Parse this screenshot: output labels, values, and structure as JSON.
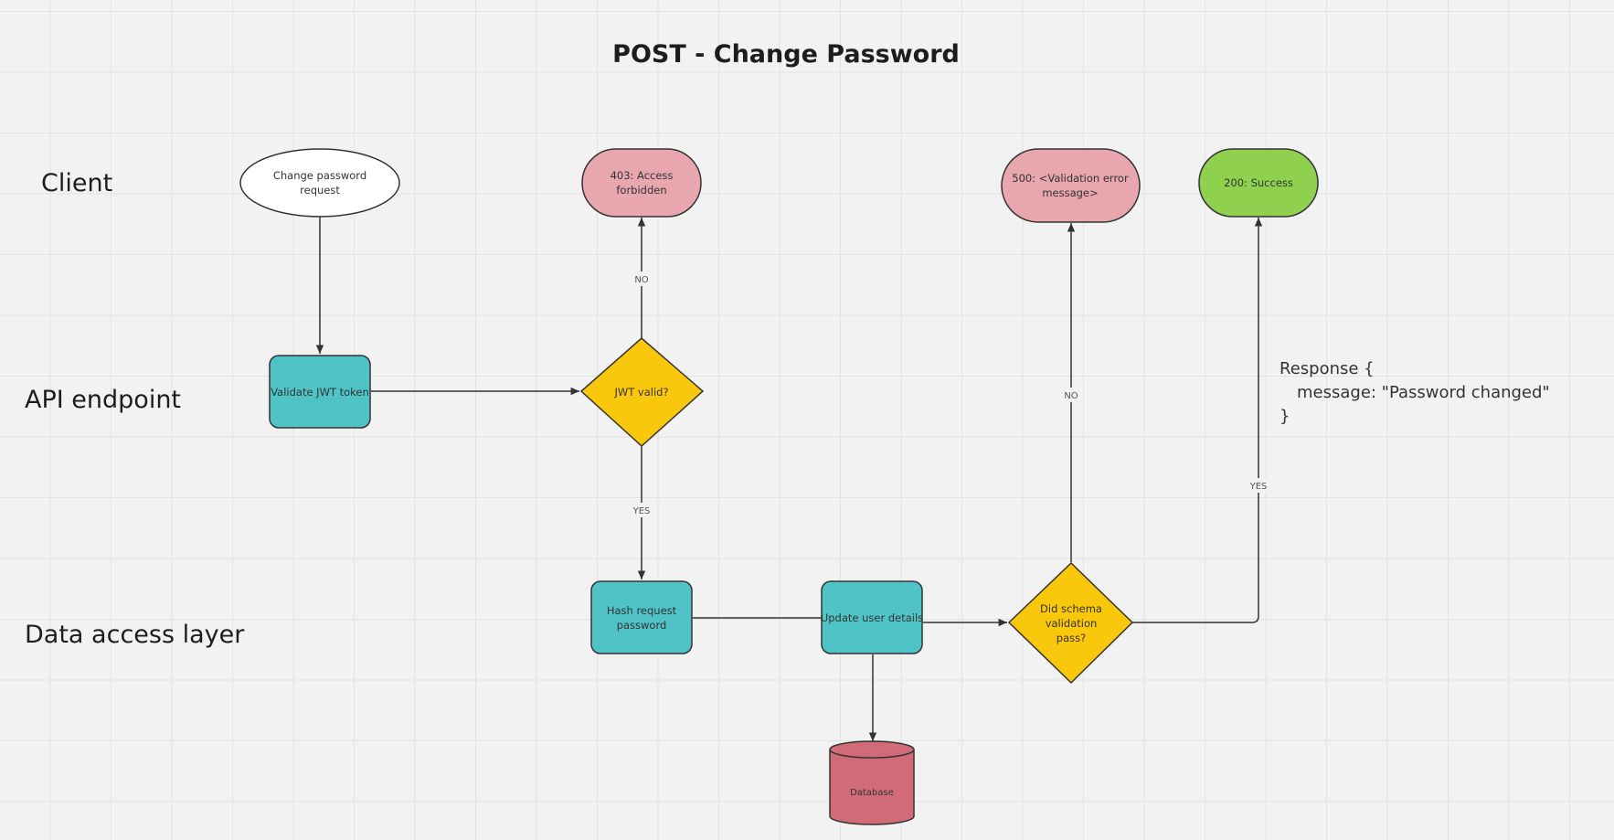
{
  "title": "POST - Change Password",
  "lanes": {
    "client": "Client",
    "api": "API endpoint",
    "data": "Data access layer"
  },
  "colors": {
    "teal": "#4fc3c6",
    "yellow": "#f9c70c",
    "pink": "#e8a6ae",
    "green": "#8fd14f",
    "database": "#d16b78",
    "stroke": "#333333"
  },
  "nodes": {
    "change_request": {
      "line1": "Change password",
      "line2": "request"
    },
    "validate_jwt": {
      "line1": "Validate JWT token"
    },
    "jwt_valid": {
      "line1": "JWT valid?"
    },
    "access_forbidden": {
      "line1": "403: Access",
      "line2": "forbidden"
    },
    "hash_password": {
      "line1": "Hash request",
      "line2": "password"
    },
    "update_user": {
      "line1": "Update user details"
    },
    "database": {
      "line1": "Database"
    },
    "schema_valid": {
      "line1": "Did schema",
      "line2": "validation",
      "line3": "pass?"
    },
    "validation_error": {
      "line1": "500: <Validation error",
      "line2": "message>"
    },
    "success": {
      "line1": "200: Success"
    }
  },
  "edge_labels": {
    "jwt_no": "NO",
    "jwt_yes": "YES",
    "schema_no": "NO",
    "schema_yes": "YES"
  },
  "response_note": {
    "line1": "Response {",
    "line2": "message: \"Password changed\"",
    "line3": "}"
  }
}
